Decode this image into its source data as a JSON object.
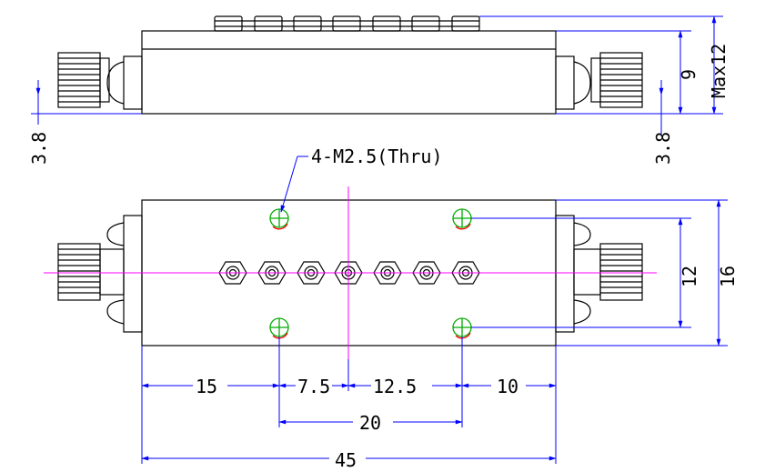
{
  "labels": {
    "hole_callout": "4-M2.5(Thru)",
    "left_connector_height": "3.8",
    "right_connector_height": "3.8",
    "body_height": "9",
    "max_height": "Max12",
    "hole_spacing_vertical": "12",
    "body_width": "16",
    "dim_left_to_hole": "15",
    "dim_hole_to_center": "7.5",
    "dim_center_to_hole": "12.5",
    "dim_hole_to_right": "10",
    "dim_hole_spacing": "20",
    "dim_overall_length": "45"
  },
  "colors": {
    "outline": "#000000",
    "dimension": "#0000ff",
    "centerline": "#ff00ff",
    "hole_ring": "#00aa00",
    "hole_accent": "#ff0000"
  }
}
